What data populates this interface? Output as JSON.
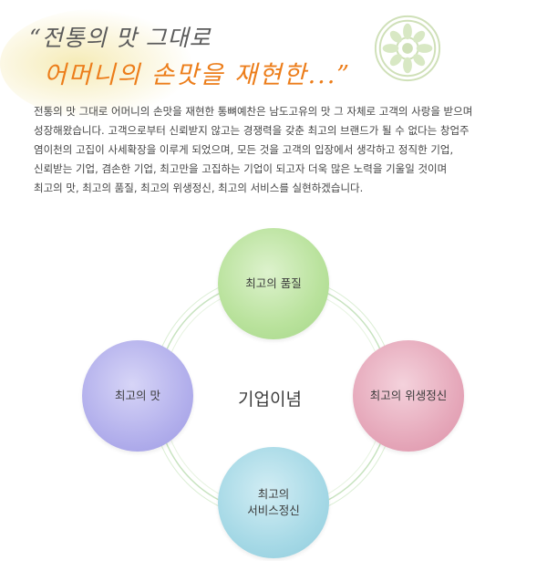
{
  "header": {
    "line1": "“전통의 맛 그대로",
    "line2": "어머니의 손맛을 재현한...”"
  },
  "intro": {
    "lines": [
      "전통의 맛 그대로 어머니의 손맛을 재현한 통뼈예찬은 남도고유의 맛 그 자체로 고객의 사랑을 받으며",
      "성장해왔습니다. 고객으로부터 신뢰받지 않고는 경쟁력을 갖춘 최고의 브랜드가 될 수 없다는 창업주",
      "염이천의 고집이 사세확장을 이루게 되었으며, 모든 것을 고객의 입장에서 생각하고 정직한 기업,",
      "신뢰받는 기업, 겸손한 기업, 최고만을 고집하는 기업이 되고자 더욱 많은 노력을 기울일 것이며",
      "최고의 맛, 최고의 품질, 최고의 위생정신, 최고의 서비스를 실현하겠습니다."
    ]
  },
  "philosophy": {
    "center": "기업이념",
    "nodes": {
      "top": "최고의 품질",
      "left": "최고의 맛",
      "right": "최고의 위생정신",
      "bottom": "최고의\n서비스정신"
    }
  },
  "colors": {
    "title_gray": "#5a5a5a",
    "title_orange": "#ec7d1a",
    "green": "#a9d88a",
    "purple": "#a9a5e6",
    "pink": "#e4a2b6",
    "blue": "#9fd4e2",
    "ring": "#bcdcb4"
  }
}
